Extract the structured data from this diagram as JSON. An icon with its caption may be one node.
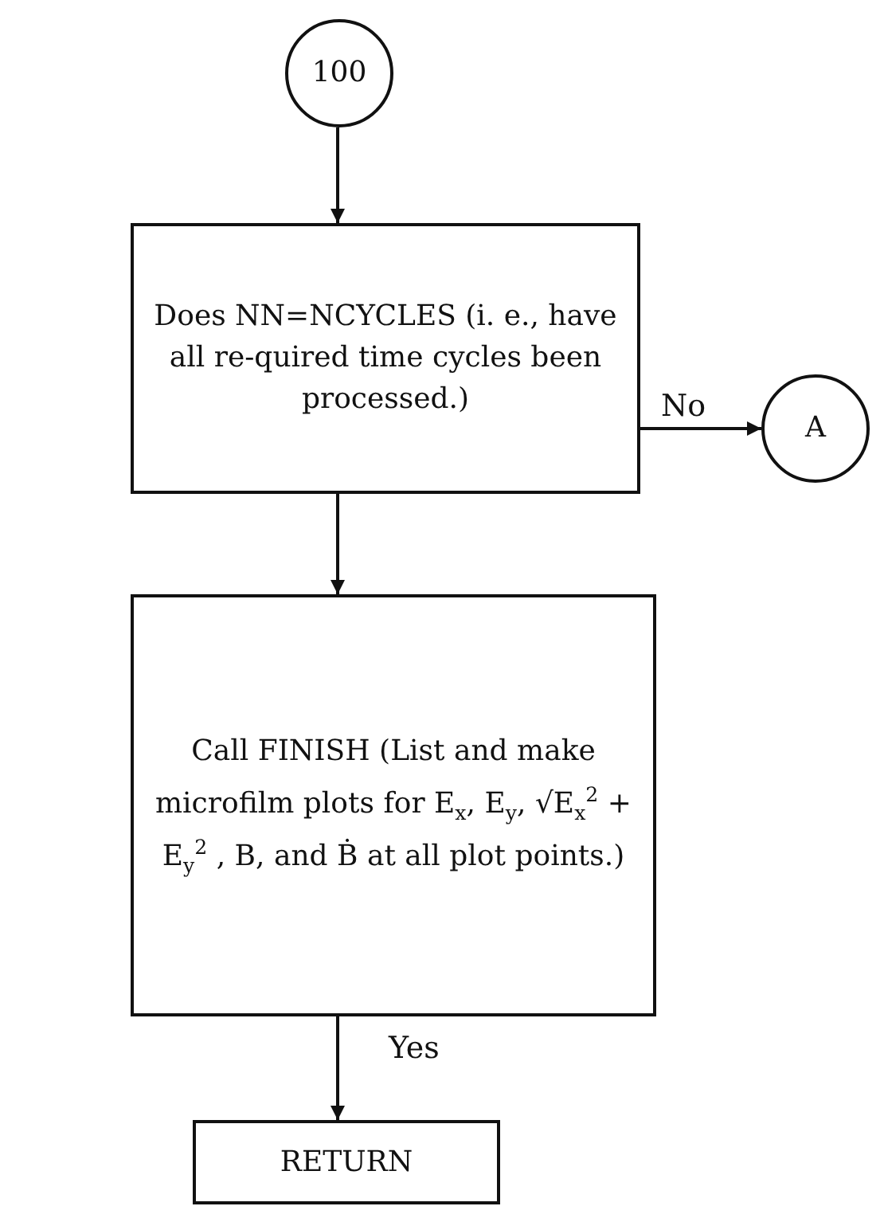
{
  "diagram": {
    "nodes": [
      {
        "text": [
          "100"
        ]
      },
      {
        "text": [
          "Does NN=NCYCLES (i. e., have all re-quired time cycles been processed.)"
        ]
      },
      {
        "text": [
          "A"
        ]
      },
      {
        "text": [
          "Call FINISH (List and make microfilm plots for E$_{x}$, E$_{y}$, √E$_{x}$$^{2}$ + E$_{y}$$^{2}$ , B, and Ḃ at all plot points.)"
        ]
      },
      {
        "text": [
          "RETURN"
        ]
      }
    ],
    "edges": [
      {
        "from": 0,
        "to": 1,
        "arrow": "to"
      },
      {
        "from": 1,
        "to": 2,
        "arrow": "to",
        "label": "No"
      },
      {
        "from": 1,
        "to": 3,
        "arrow": "to"
      },
      {
        "from": 3,
        "to": 4,
        "arrow": "to",
        "label": "Yes"
      }
    ]
  }
}
